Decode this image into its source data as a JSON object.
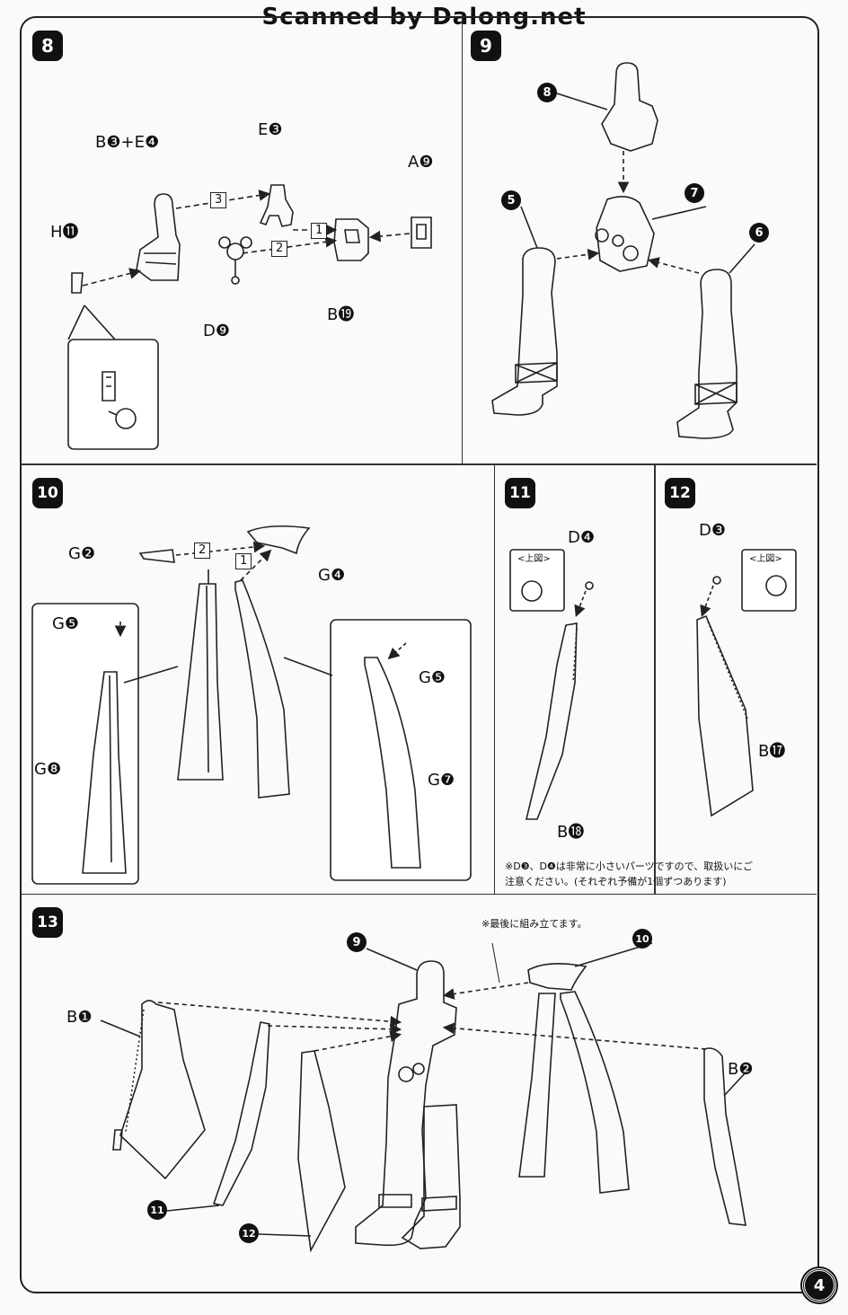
{
  "header": {
    "scan_credit": "Scanned by Dalong.net"
  },
  "steps": [
    {
      "number": "8",
      "labels": [
        "B❸+E❹",
        "E❸",
        "A❾",
        "H⓫",
        "B⓳",
        "D❾"
      ],
      "order_marks": [
        "1",
        "2",
        "3"
      ]
    },
    {
      "number": "9",
      "callouts": [
        "8",
        "7",
        "5",
        "6"
      ]
    },
    {
      "number": "10",
      "labels": [
        "G❷",
        "G❹",
        "G❺",
        "G❽",
        "G❺",
        "G❼"
      ],
      "order_marks": [
        "2",
        "1"
      ]
    },
    {
      "number": "11",
      "labels": [
        "D❹",
        "B⓲"
      ],
      "inset": "<上図>"
    },
    {
      "number": "12",
      "labels": [
        "D❸",
        "B⓱"
      ],
      "inset": "<上図>"
    },
    {
      "number": "13",
      "labels": [
        "B❶",
        "B❷"
      ],
      "callouts": [
        "9",
        "10",
        "11",
        "12"
      ],
      "note": "※最後に組み立てます。"
    }
  ],
  "footnote": {
    "line1": "※D❸、D❹は非常に小さいパーツですので、取扱いにご",
    "line2": "注意ください。(それぞれ予備が1個ずつあります)"
  },
  "page_number": "4",
  "accent_color": "#111111"
}
